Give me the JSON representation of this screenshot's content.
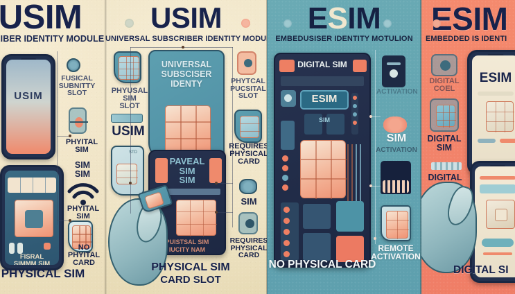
{
  "poster": {
    "type": "infographic-comparison",
    "subject": "USIM vs eSIM",
    "panel_count": 4
  },
  "panels": [
    {
      "id": "panel-usim-left",
      "background_color": "#f0e4c6",
      "title": "USIM",
      "subtitle": "UBSCRIBER IDENTITY MODULE",
      "bottom_caption": "PHYSICAL SIM",
      "labels": [
        "FUSICAL\nSUBNITTY\nSLOT",
        "PHYITAL\nSIM",
        "SIM\nSIM",
        "PHYITAL\nSIM",
        "NO\nPHYITAL\nCARD"
      ],
      "device_screen_text": "USIM",
      "board_text": "FISRAL\nSIMMM SIM"
    },
    {
      "id": "panel-usim-main",
      "background_color": "#f0e5c7",
      "title": "USIM",
      "subtitle": "UNIVERSAL SUBSCRIBER IDENTITY MODULE",
      "bottom_caption": "PHYSICAL SIM",
      "bottom_caption_sub": "CARD SLOT",
      "labels": [
        "PHYUSAL\nSIM\nSLOT",
        "USIM",
        "PHYTCAL\nPUCSITAL\nSLOT",
        "REQUIRES\nPHYSICAL\nCARD",
        "SIM",
        "REQUIRES\nPHYSICAL\nCARD"
      ],
      "card_text": "UNIVERSAL\nSUBSCISER\nIDENTY",
      "slot_text_top": "PAVEAL\nSIM\nSIM",
      "slot_text_bottom": "PUISTSAL  SIM\nIUCITY  NAM"
    },
    {
      "id": "panel-esim-main",
      "background_color": "#63a5b1",
      "title": "ESIM",
      "subtitle": "EMBEDUSISER IDENTITY MOTULION",
      "bottom_caption": "NO PHYSICAL CARD",
      "labels": [
        "DIGITAL SIM",
        "ESIM",
        "SIM",
        "SIM",
        "ACTIVATION",
        "REMOTE\nACTIVATION"
      ]
    },
    {
      "id": "panel-esim-right",
      "background_color": "#ef7d66",
      "title": "ESIM",
      "subtitle": "EMBEDDED IS IDENTI",
      "bottom_caption": "DIGITAL SI",
      "labels": [
        "DIGITAL\nCOEL",
        "DIGITAL\nSIM",
        "DIGITAL\nSIM\nSIM"
      ],
      "device_screen_text": "ESIM"
    }
  ],
  "colors": {
    "cream": "#f0e4c6",
    "teal": "#63a5b1",
    "salmon": "#ef7d66",
    "navy": "#17224b",
    "chip_peach": "#f3b79b",
    "card_blue": "#4f8fa4"
  }
}
